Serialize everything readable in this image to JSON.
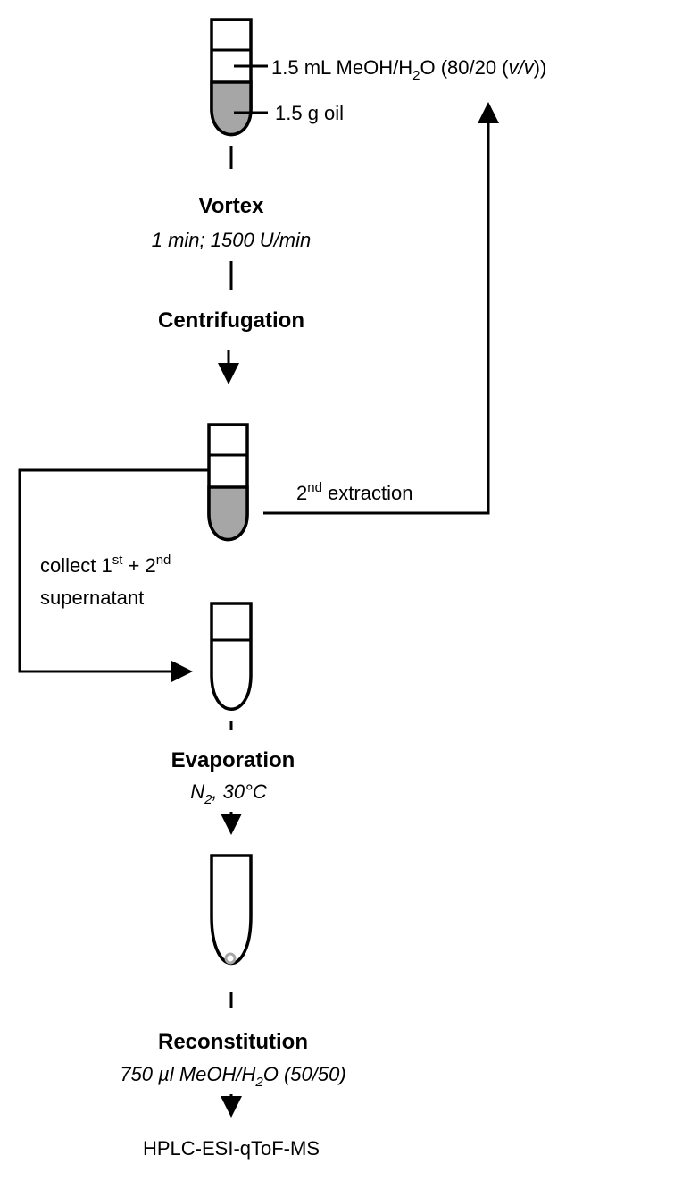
{
  "sample": {
    "solvent_label": "1.5 mL MeOH/H",
    "solvent_sub": "2",
    "solvent_after_sub": "O (80/20 (",
    "solvent_vv": "v/v",
    "solvent_close": "))",
    "oil_label": "1.5 g oil"
  },
  "steps": {
    "vortex": {
      "title": "Vortex",
      "detail": "1 min; 1500 U/min"
    },
    "centrifugation": {
      "title": "Centrifugation"
    },
    "evaporation": {
      "title": "Evaporation",
      "detail_a": "N",
      "detail_sub": "2",
      "detail_b": ", 30°C"
    },
    "reconstitution": {
      "title": "Reconstitution",
      "detail_a": "750 µl MeOH/H",
      "detail_sub": "2",
      "detail_b": "O (50/50)"
    },
    "analysis": {
      "label": "HPLC-ESI-qToF-MS"
    }
  },
  "loop": {
    "second_extraction_pre": "2",
    "second_extraction_sup": "nd",
    "second_extraction_post": " extraction"
  },
  "collect": {
    "line1_a": "collect 1",
    "line1_sup1": "st",
    "line1_b": " + 2",
    "line1_sup2": "nd",
    "line2": "supernatant"
  },
  "colors": {
    "oil": "#a6a6a6",
    "stroke": "#000000",
    "residue": "#a6a6a6"
  }
}
